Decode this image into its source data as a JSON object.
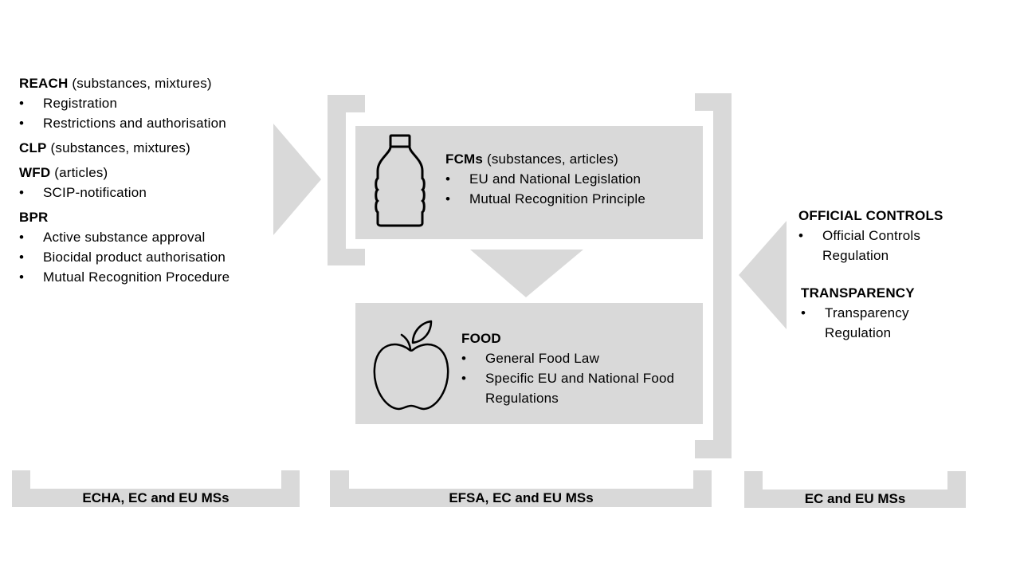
{
  "left": {
    "groups": [
      {
        "title": "REACH",
        "qualifier": " (substances, mixtures)",
        "items": [
          "Registration",
          "Restrictions and authorisation"
        ]
      },
      {
        "title": "CLP",
        "qualifier": " (substances, mixtures)",
        "items": []
      },
      {
        "title": "WFD",
        "qualifier": " (articles)",
        "items": [
          "SCIP-notification"
        ]
      },
      {
        "title": "BPR",
        "qualifier": "",
        "items": [
          "Active substance approval",
          "Biocidal product authorisation",
          "Mutual Recognition Procedure"
        ]
      }
    ]
  },
  "fcm": {
    "title": "FCMs",
    "qualifier": " (substances, articles)",
    "items": [
      "EU and National Legislation",
      "Mutual Recognition Principle"
    ],
    "icon": "bottle-icon"
  },
  "food": {
    "title": "FOOD",
    "qualifier": "",
    "items": [
      "General Food Law",
      "Specific EU and National Food",
      "Regulations"
    ],
    "icon": "apple-icon"
  },
  "right": {
    "official_title": "OFFICIAL CONTROLS",
    "official_items": [
      "Official Controls",
      "Regulation"
    ],
    "transparency_title": "TRANSPARENCY",
    "transparency_items": [
      "Transparency",
      "Regulation"
    ]
  },
  "bottom": {
    "left_label": "ECHA, EC and EU MSs",
    "middle_label": "EFSA, EC and EU MSs",
    "right_label": "EC and EU MSs"
  },
  "colors": {
    "shape_grey": "#d9d9d9",
    "text": "#000000"
  }
}
